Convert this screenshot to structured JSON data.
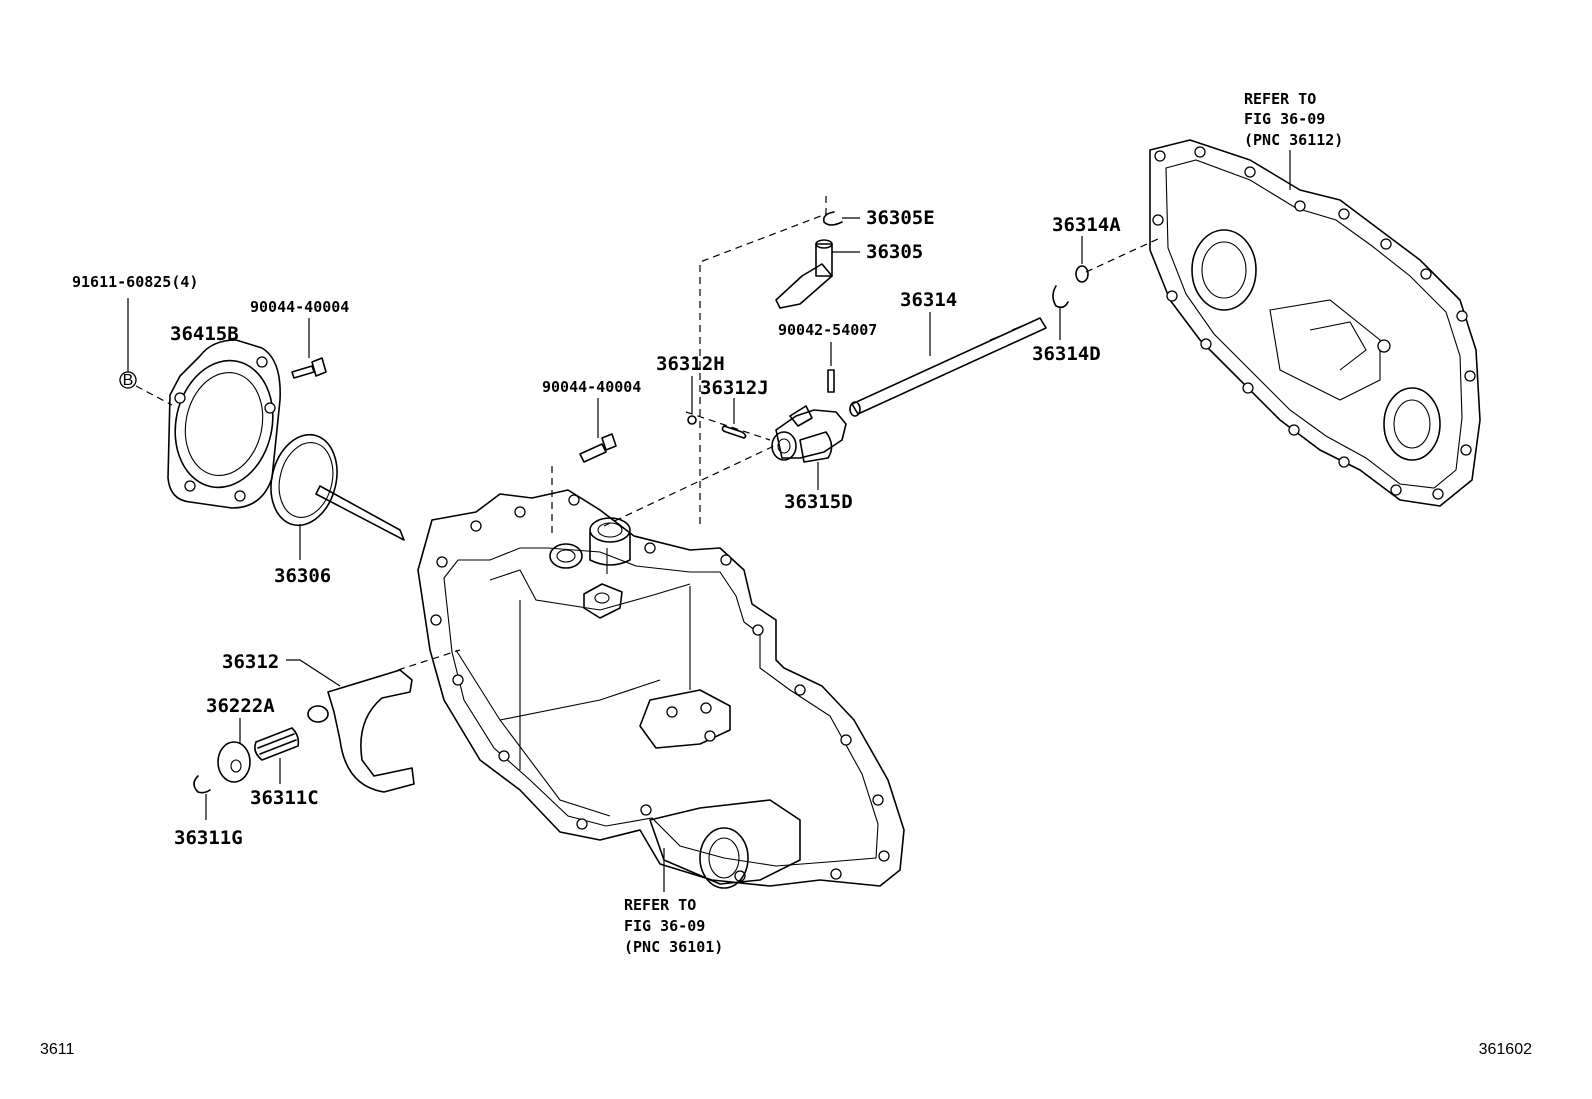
{
  "labels": {
    "p91611": "91611-60825(4)",
    "p90044_a": "90044-40004",
    "p36415B": "36415B",
    "p36306": "36306",
    "p36312": "36312",
    "p36222A": "36222A",
    "p36311C": "36311C",
    "p36311G": "36311G",
    "p90044_b": "90044-40004",
    "p36312H": "36312H",
    "p36312J": "36312J",
    "p36305E": "36305E",
    "p36305": "36305",
    "p90042": "90042-54007",
    "p36314": "36314",
    "p36315D": "36315D",
    "p36314A": "36314A",
    "p36314D": "36314D",
    "marker_b": "B"
  },
  "refs": {
    "right": [
      "REFER TO",
      "FIG 36-09",
      "(PNC 36112)"
    ],
    "bottom": [
      "REFER TO",
      "FIG 36-09",
      "(PNC 36101)"
    ]
  },
  "footer": {
    "left_code": "3611",
    "right_code": "361602"
  }
}
